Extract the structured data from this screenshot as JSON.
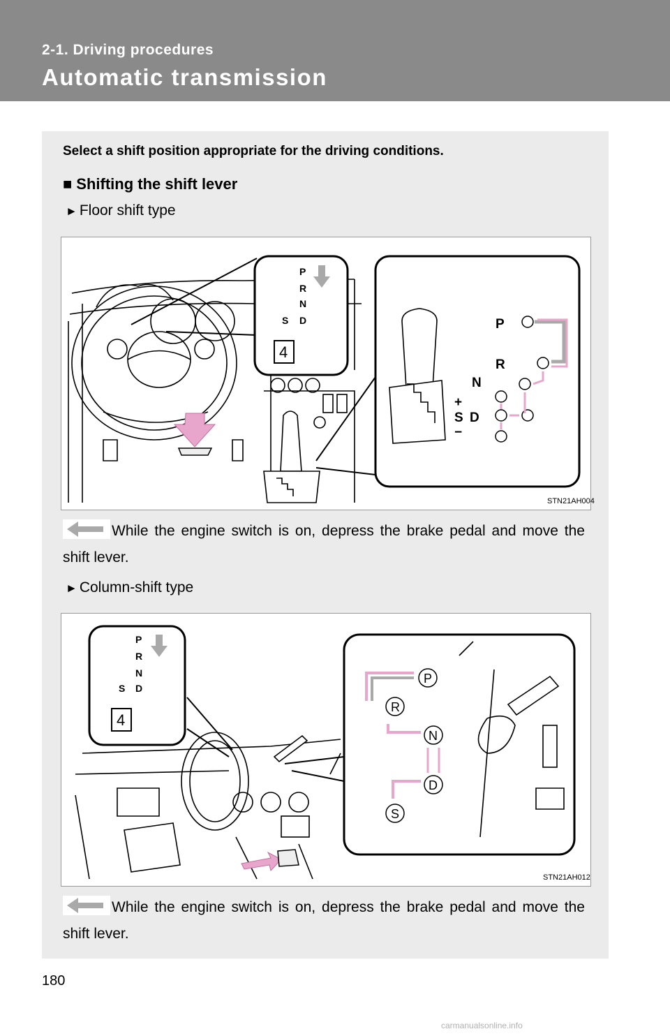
{
  "header": {
    "section": "2-1. Driving procedures",
    "title": "Automatic transmission"
  },
  "intro": "Select a shift position appropriate for the driving conditions.",
  "subheading": "Shifting the shift lever",
  "floor": {
    "label": "Floor shift type",
    "gate_letters": [
      "P",
      "R",
      "N",
      "S",
      "D"
    ],
    "gear_indicator": "4",
    "figure_code": "STN21AH004",
    "gate_detail": {
      "p": "P",
      "r": "R",
      "n": "N",
      "plus": "+",
      "s": "S",
      "d": "D",
      "minus": "−"
    },
    "instruction": "While the engine switch is on, depress the brake pedal and move the shift lever."
  },
  "column": {
    "label": "Column-shift type",
    "gate_letters": [
      "P",
      "R",
      "N",
      "S",
      "D"
    ],
    "gear_indicator": "4",
    "figure_code": "STN21AH012",
    "gate_detail": {
      "p": "P",
      "r": "R",
      "n": "N",
      "d": "D",
      "s": "S"
    },
    "instruction": "While the engine switch is on, depress the brake pedal and move the shift lever."
  },
  "page_number": "180",
  "watermark": "carmanualsonline.info",
  "colors": {
    "header": "#8a8a8a",
    "panel": "#ebebeb",
    "arrow_pink": "#e9a6cc",
    "arrow_gray": "#a9a9a9"
  }
}
